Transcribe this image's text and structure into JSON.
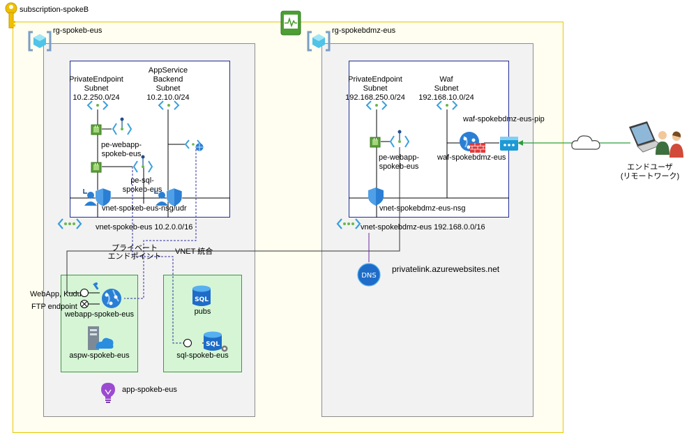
{
  "subscription": {
    "label": "subscription-spokeB",
    "icon": "key-icon"
  },
  "rg_left": {
    "label": "rg-spokeb-eus",
    "pe_subnet_lines": [
      "PrivateEndpoint",
      "Subnet",
      "10.2.250.0/24"
    ],
    "appsvc_subnet_lines": [
      "AppService",
      "Backend",
      "Subnet",
      "10.2.10.0/24"
    ],
    "pe_webapp_lines": [
      "pe-webapp-",
      "spokeb-eus"
    ],
    "pe_sql_lines": [
      "pe-sql-",
      "spokeb-eus"
    ],
    "nsg_label": "vnet-spokeb-eus-nsg/udr",
    "vnet_label": "vnet-spokeb-eus 10.2.0.0/16",
    "private_endpoint_note_lines": [
      "プライベート",
      "エンドポイント"
    ],
    "vnet_integration_note": "VNET 統合",
    "webapp_endpoint_label": "WebApp, Kudu",
    "ftp_endpoint_label": "FTP  endpoint",
    "webapp_label": "webapp-spokeb-eus",
    "aspw_label": "aspw-spokeb-eus",
    "pubs_label": "pubs",
    "sql_label": "sql-spokeb-eus",
    "appinsights_label": "app-spokeb-eus"
  },
  "rg_right": {
    "label": "rg-spokebdmz-eus",
    "pe_subnet_lines": [
      "PrivateEndpoint",
      "Subnet",
      "192.168.250.0/24"
    ],
    "waf_subnet_lines": [
      "Waf",
      "Subnet",
      "192.168.10.0/24"
    ],
    "pe_webapp_lines": [
      "pe-webapp-",
      "spokeb-eus"
    ],
    "waf_pip_label": "waf-spokebdmz-eus-pip",
    "waf_label": "waf-spokebdmz-eus",
    "nsg_label": "vnet-spokebdmz-eus-nsg",
    "vnet_label": "vnet-spokebdmz-eus 192.168.0.0/16",
    "dns_label": "privatelink.azurewebsites.net",
    "dns_icon_text": "DNS"
  },
  "end_user": {
    "lines": [
      "エンドユーザ",
      "(リモートワーク)"
    ]
  },
  "colors": {
    "subscription_border": "#e6c800",
    "subscription_fill": "#fffef0",
    "rg_fill": "#f2f2f2",
    "rg_border": "#8c8c8c",
    "vnet_border": "#1f2b94",
    "subnet_line": "#000000",
    "app_box_fill": "#d5f5d5",
    "app_box_border": "#3c9a3c",
    "azure_blue": "#1e7ad6",
    "green_arrow": "#2e9d3e"
  }
}
